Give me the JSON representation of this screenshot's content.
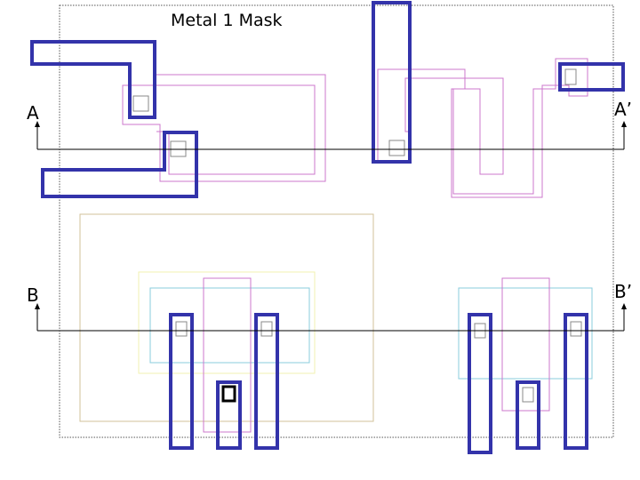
{
  "title": "Metal 1 Mask",
  "cut_labels": {
    "a_left": "A",
    "a_right": "A’",
    "b_left": "B",
    "b_right": "B’"
  },
  "colors": {
    "metal1": "#3333aa",
    "poly": "#cc77cc",
    "nwell": "#d2c29a",
    "pselect": "#f2f2b0",
    "active": "#88ccdd",
    "contact": "#888888",
    "cell_border": "#555555",
    "cut_line": "#000000"
  }
}
